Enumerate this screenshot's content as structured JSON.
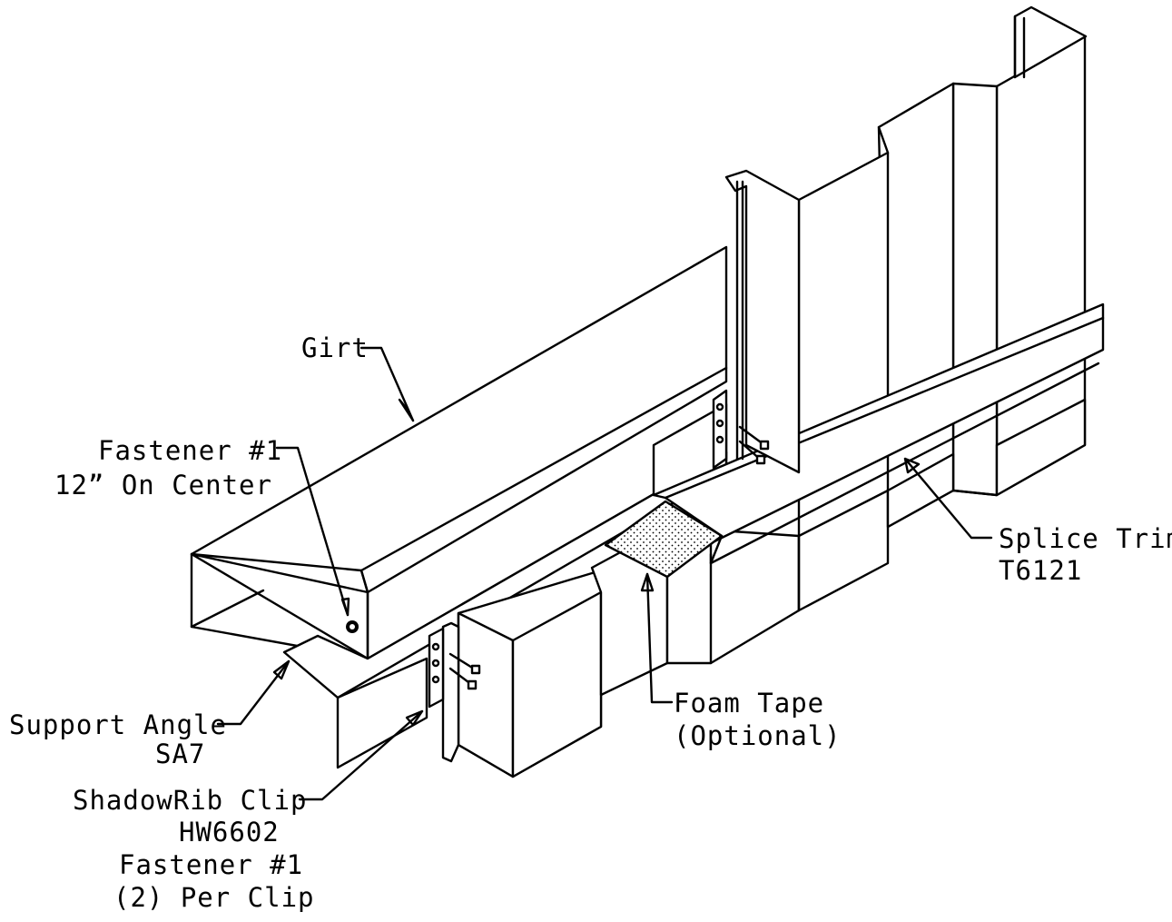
{
  "labels": {
    "girt": "Girt",
    "fastener_top_1": "Fastener #1",
    "fastener_top_2": "12” On Center",
    "support_angle_1": "Support Angle",
    "support_angle_2": "SA7",
    "clip_1": "ShadowRib Clip",
    "clip_2": "HW6602",
    "clip_3": "Fastener #1",
    "clip_4": "(2) Per Clip",
    "foam_1": "Foam Tape",
    "foam_2": "(Optional)",
    "splice_1": "Splice Trim",
    "splice_2": "T6121"
  }
}
